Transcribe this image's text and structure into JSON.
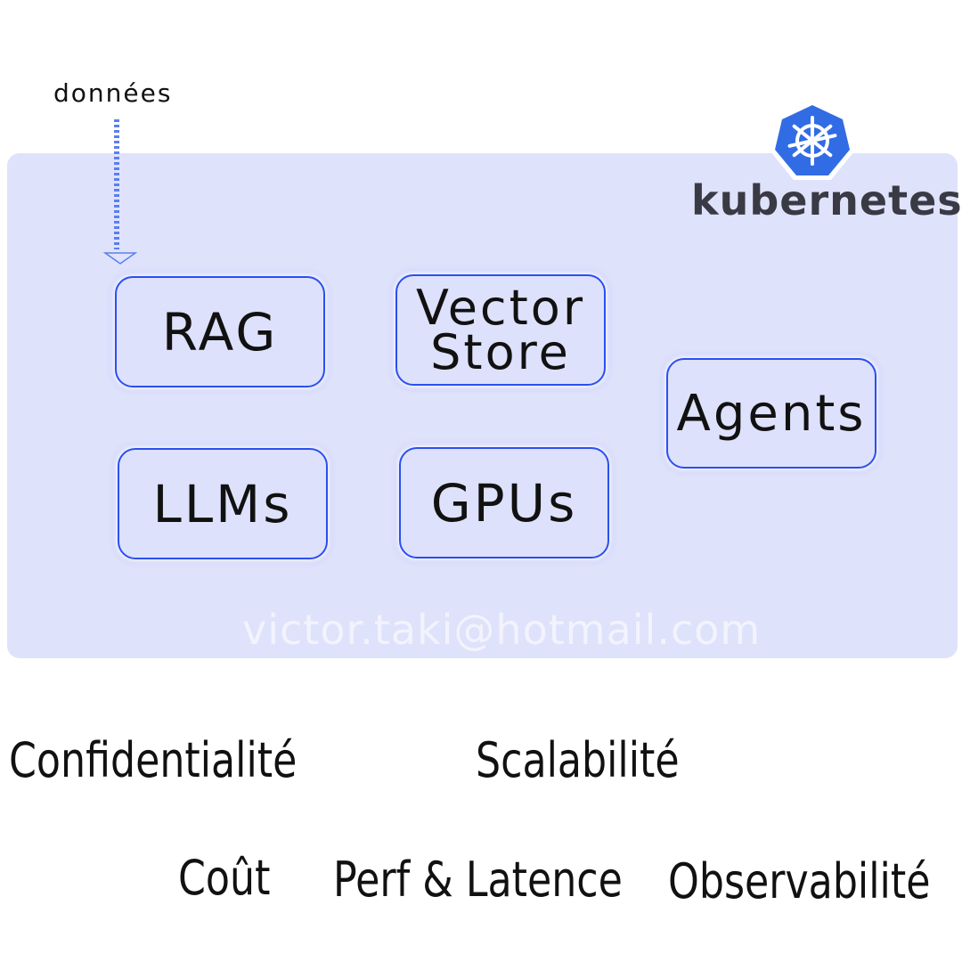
{
  "data_label": "données",
  "platform": {
    "name": "kubernetes",
    "logo_icon": "kubernetes-helm-icon",
    "logo_color": "#326ce5"
  },
  "components": [
    {
      "label": "RAG"
    },
    {
      "label_line1": "Vector",
      "label_line2": "Store"
    },
    {
      "label": "LLMs"
    },
    {
      "label": "GPUs"
    },
    {
      "label": "Agents"
    }
  ],
  "watermark": "victor.taki@hotmail.com",
  "concerns": [
    "Confidentialité",
    "Scalabilité",
    "Coût",
    "Perf & Latence",
    "Observabilité"
  ],
  "colors": {
    "cluster_bg": "#dfe2fb",
    "node_border": "#2b4ff0",
    "arrow": "#5b7ff0"
  }
}
